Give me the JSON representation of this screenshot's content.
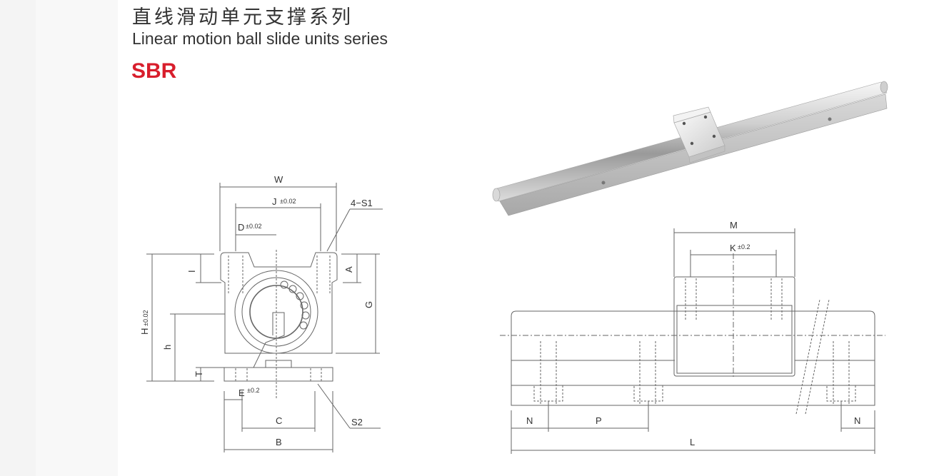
{
  "header": {
    "title_cn": "直线滑动单元支撑系列",
    "title_en": "Linear motion ball slide units series",
    "model": "SBR"
  },
  "colors": {
    "model": "#d81e2c",
    "text": "#333333",
    "line": "#666666"
  },
  "cross_section": {
    "W": "W",
    "J": "J",
    "J_tol": "±0.02",
    "D": "D",
    "D_tol": "±0.02",
    "S1": "4−S1",
    "I": "I",
    "A": "A",
    "G": "G",
    "H": "H",
    "H_tol": "±0.02",
    "h": "h",
    "T": "T",
    "E": "E",
    "E_tol": "±0.2",
    "C": "C",
    "B": "B",
    "S2": "S2"
  },
  "side_view": {
    "M": "M",
    "K": "K",
    "K_tol": "±0.2",
    "N_left": "N",
    "P": "P",
    "N_right": "N",
    "L": "L"
  }
}
